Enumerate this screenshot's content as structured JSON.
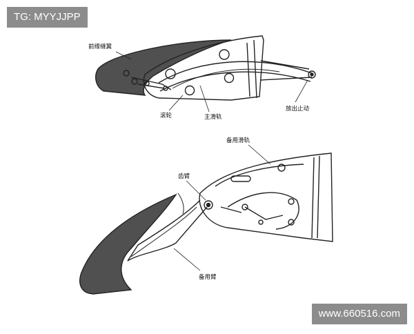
{
  "overlay": {
    "tag": "TG: MYYJJPP",
    "watermark": "www.660516.com"
  },
  "top_diagram": {
    "label_slat": "前缘缝翼",
    "label_roller": "滚轮",
    "label_main_track": "主滑轨",
    "label_extend_actuator": "放出止动"
  },
  "bottom_diagram": {
    "label_aux_track": "备用滑轨",
    "label_gear_arm": "齿臂",
    "label_aux_arm": "备用臂"
  },
  "colors": {
    "ink": "#222222",
    "slat_fill": "#505050"
  }
}
